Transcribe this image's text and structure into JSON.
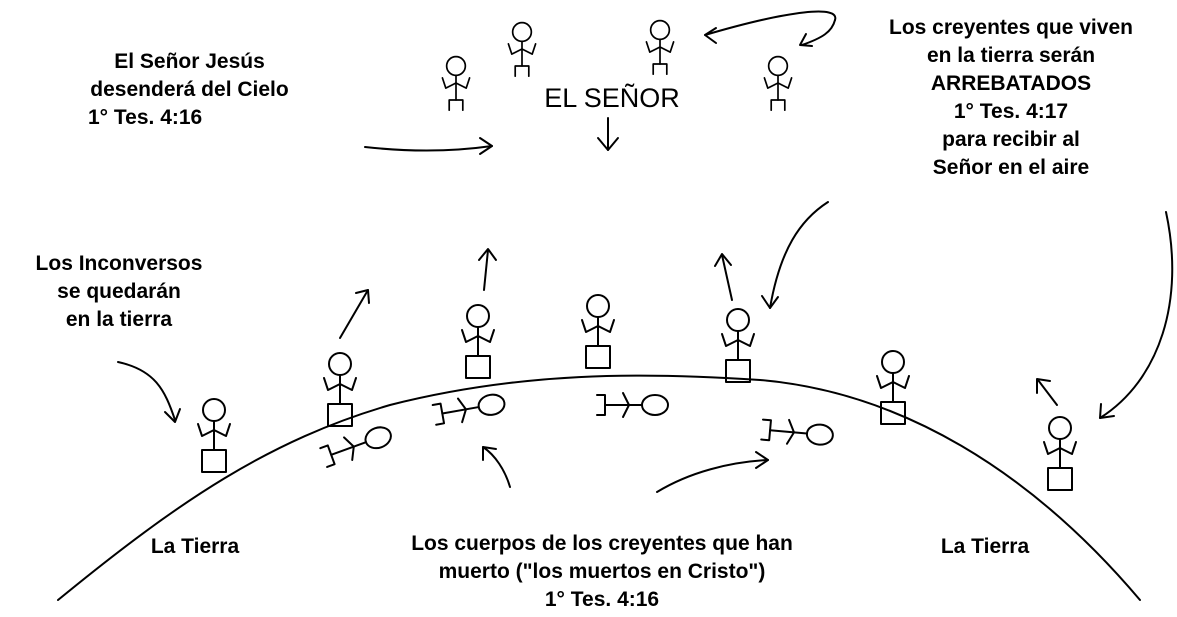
{
  "title": "EL SEÑOR",
  "descent": {
    "lines": [
      "El Señor Jesús",
      "desenderá del Cielo",
      "1° Tes. 4:16"
    ]
  },
  "rapture": {
    "lines": [
      "Los creyentes que viven",
      "en la tierra serán",
      "ARREBATADOS",
      "1° Tes. 4:17",
      "para recibir al",
      "Señor en el aire"
    ]
  },
  "unbelievers": {
    "lines": [
      "Los Inconversos",
      "se quedarán",
      "en la tierra"
    ]
  },
  "earth_left": "La Tierra",
  "earth_right": "La Tierra",
  "dead": {
    "lines": [
      "Los cuerpos de los creyentes que han",
      "muerto (\"los muertos en Cristo\")",
      "1° Tes. 4:16"
    ]
  }
}
